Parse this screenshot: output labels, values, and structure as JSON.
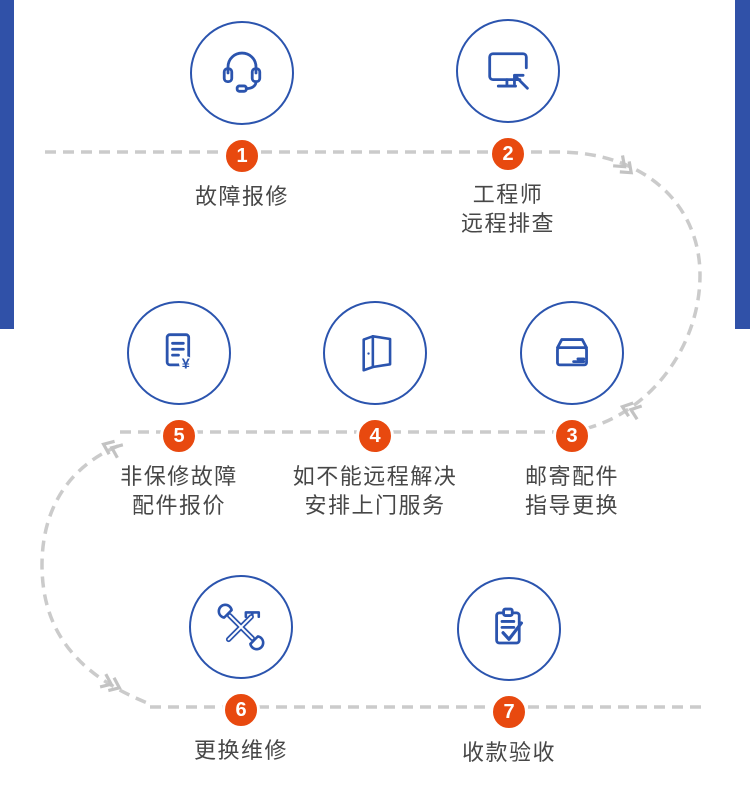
{
  "page": {
    "kind": "after-sales-service-flow-infographic",
    "background": "#ffffff",
    "accent_blue": "#2b54ae",
    "side_bar_blue": "#3051a8",
    "badge_orange": "#e8490f",
    "dash_gray": "#cbcbcb",
    "text_gray": "#474747"
  },
  "flow": {
    "steps": [
      {
        "number": "1",
        "icon": "headset-icon",
        "line1": "故障报修"
      },
      {
        "number": "2",
        "icon": "remote-monitor-icon",
        "line1": "工程师",
        "line2": "远程排查"
      },
      {
        "number": "3",
        "icon": "parcel-icon",
        "line1": "邮寄配件",
        "line2": "指导更换"
      },
      {
        "number": "4",
        "icon": "open-door-icon",
        "line1": "如不能远程解决",
        "line2": "安排上门服务"
      },
      {
        "number": "5",
        "icon": "invoice-icon",
        "line1": "非保修故障",
        "line2": "配件报价"
      },
      {
        "number": "6",
        "icon": "repair-tools-icon",
        "line1": "更换维修"
      },
      {
        "number": "7",
        "icon": "checklist-icon",
        "line1": "收款验收"
      }
    ],
    "invoice_symbol": "¥"
  }
}
